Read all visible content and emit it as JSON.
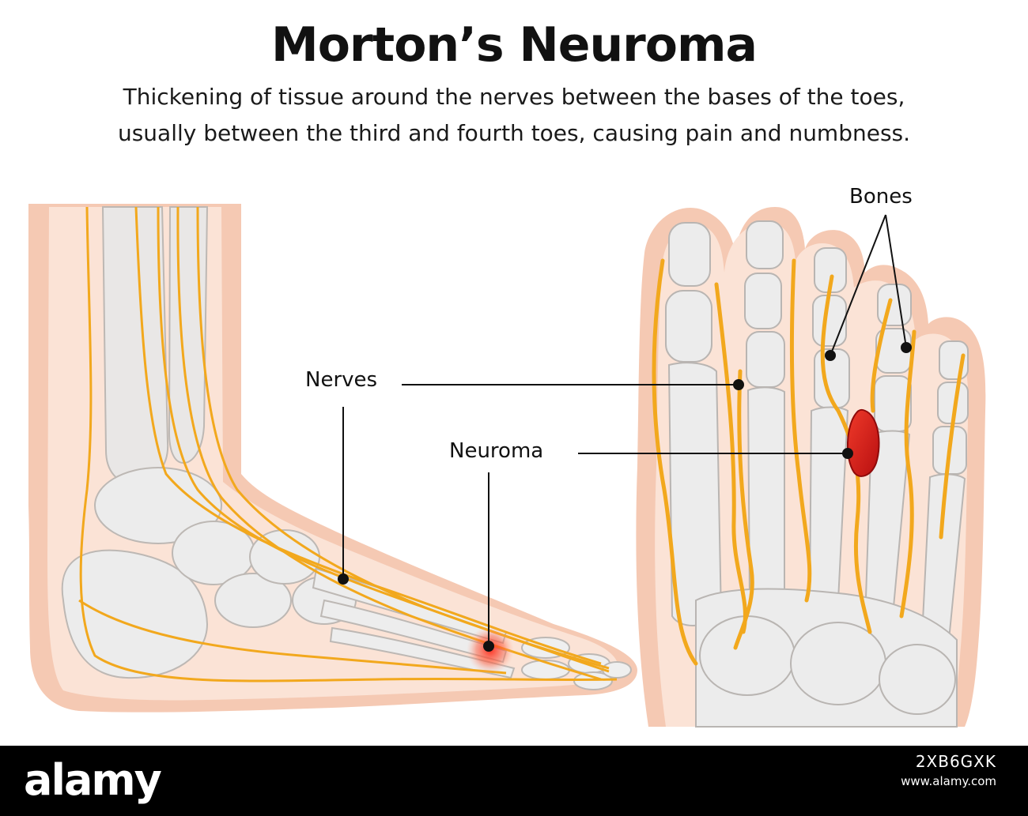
{
  "title": "Morton’s Neuroma",
  "subtitle": {
    "line1": "Thickening of tissue around the nerves between the bases of the toes,",
    "line2": "usually between the third and fourth toes, causing pain and numbness."
  },
  "labels": {
    "nerves": "Nerves",
    "neuroma": "Neuroma",
    "bones": "Bones"
  },
  "footer": {
    "logo": "alamy",
    "image_id": "2XB6GXK",
    "url": "www.alamy.com"
  },
  "colors": {
    "skin": "#f5c9b3",
    "skin_light": "#fbe3d6",
    "bone": "#ececec",
    "bone_outline": "#b9b5b2",
    "nerve": "#f2a81d",
    "neuroma": "#d91e1e",
    "footer_bg": "#000000"
  }
}
